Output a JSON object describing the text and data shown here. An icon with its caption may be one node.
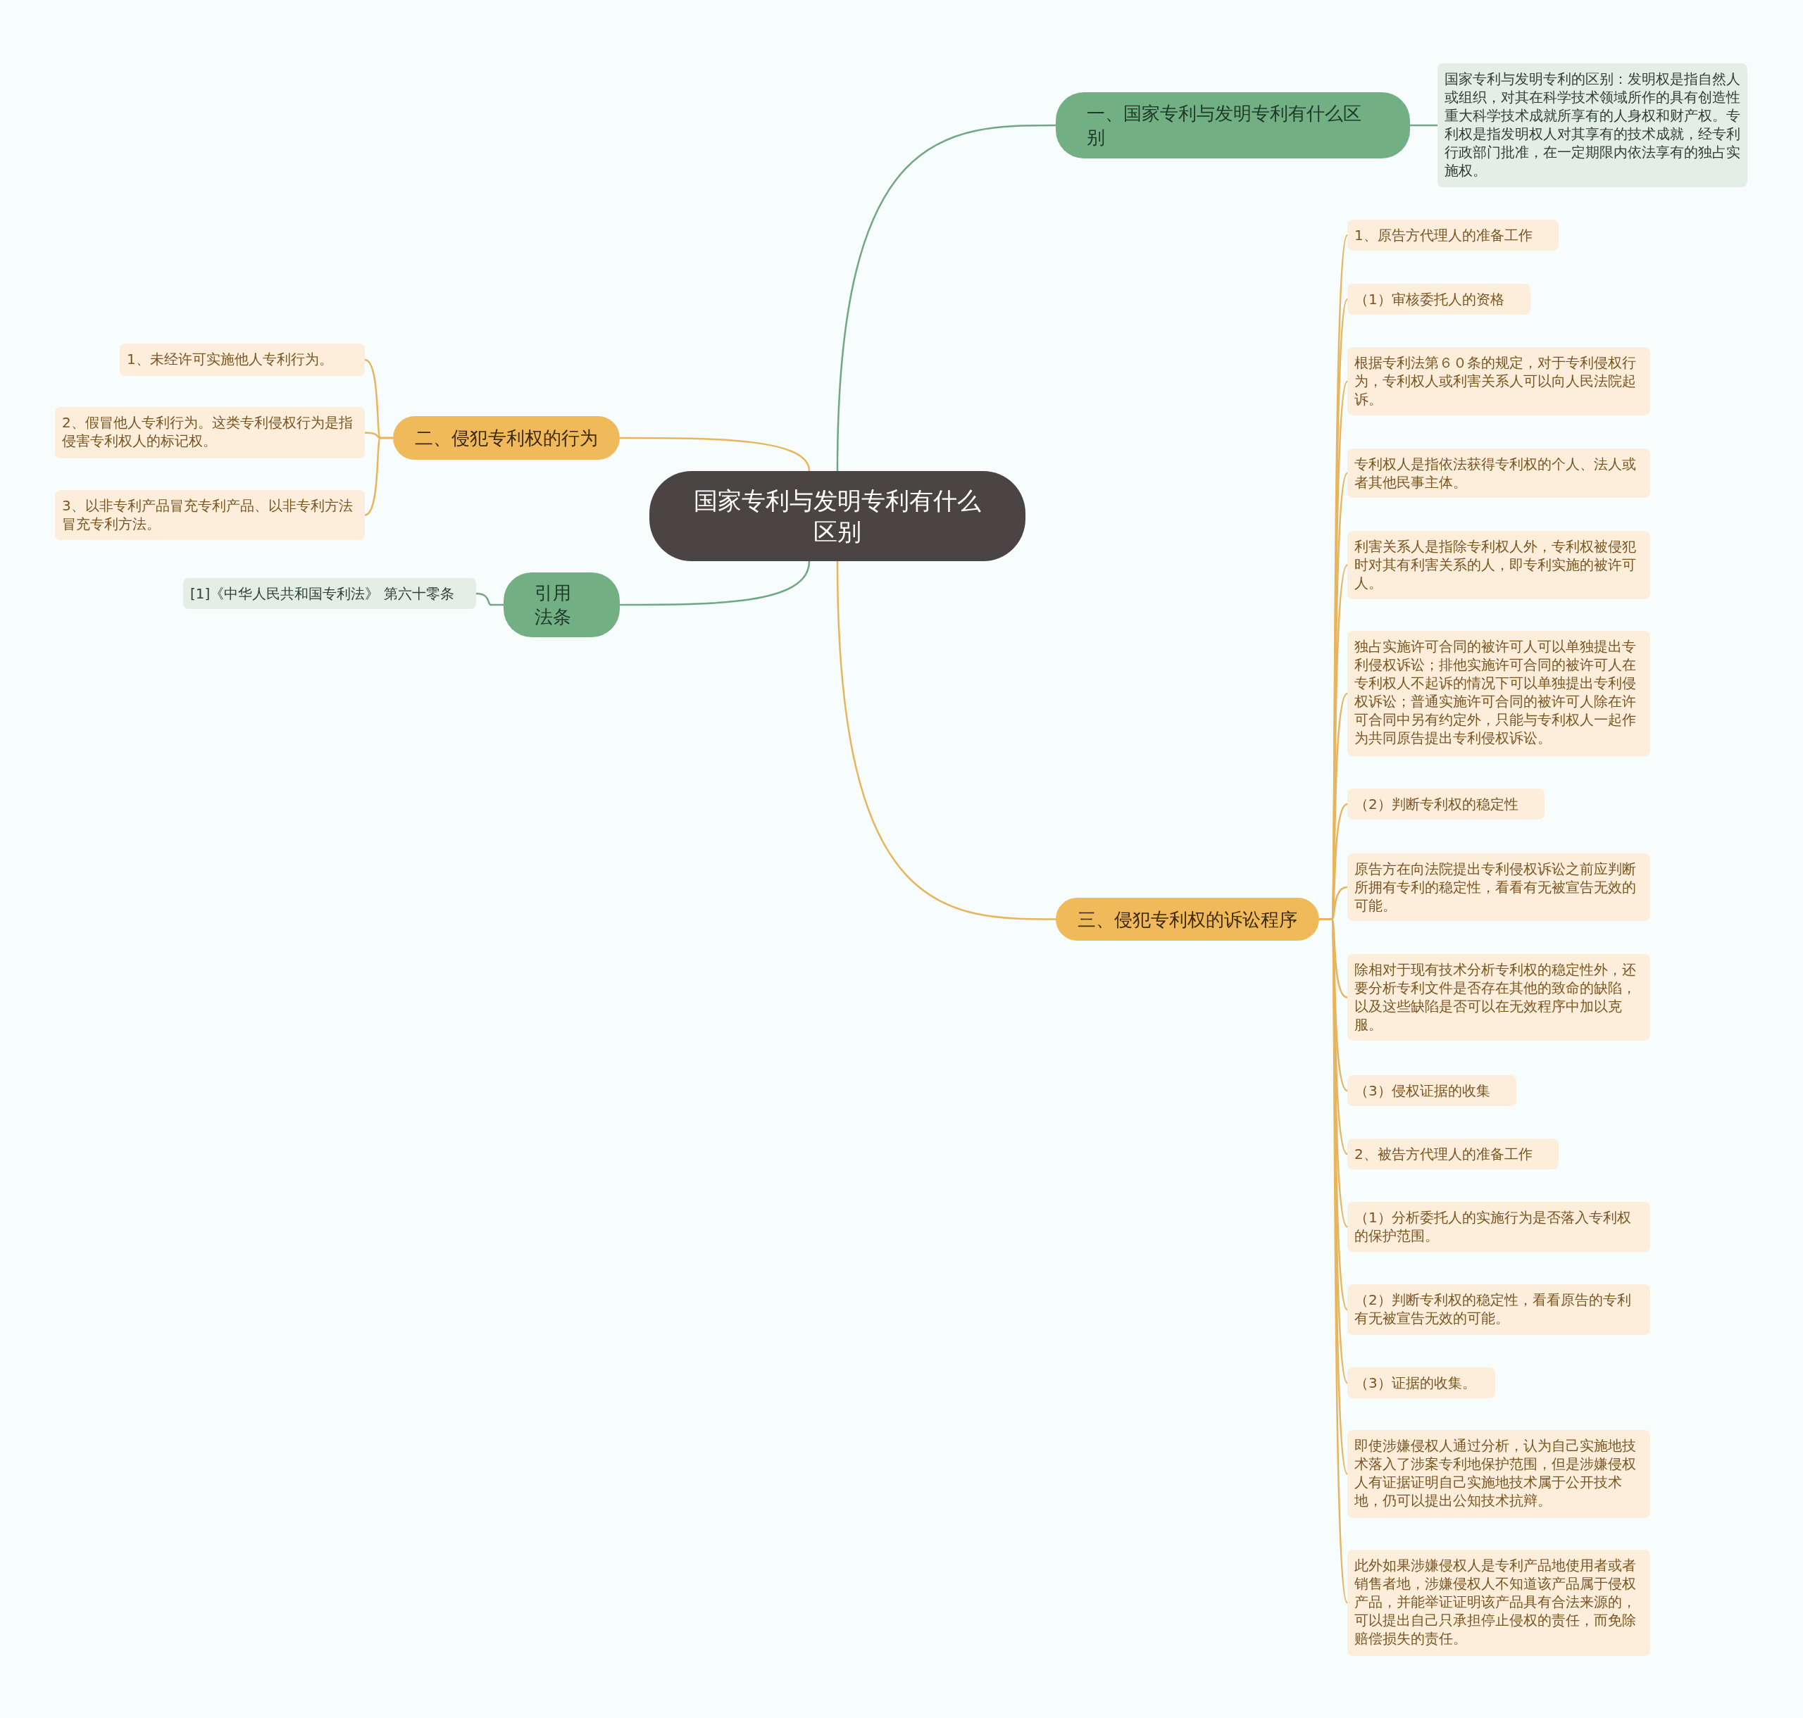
{
  "diagram": {
    "nodes": [
      {
        "text": [
          "国家专利与发明专利有什么区别"
        ]
      },
      {
        "text": [
          "一、国家专利与发明专利有什么区别"
        ]
      },
      {
        "text": [
          "国家专利与发明专利的区别：发明权是指自然人或组织，对其在科学技术领域所作的具有创造性重大科学技术成就所享有的人身权和财产权。专利权是指发明权人对其享有的技术成就，经专利行政部门批准，在一定期限内依法享有的独占实施权。"
        ]
      },
      {
        "text": [
          "二、侵犯专利权的行为"
        ]
      },
      {
        "text": [
          "1、未经许可实施他人专利行为。"
        ]
      },
      {
        "text": [
          "2、假冒他人专利行为。这类专利侵权行为是指侵害专利权人的标记权。"
        ]
      },
      {
        "text": [
          "3、以非专利产品冒充专利产品、以非专利方法冒充专利方法。"
        ]
      },
      {
        "text": [
          "引用法条"
        ]
      },
      {
        "text": [
          "[1]《中华人民共和国专利法》 第六十零条"
        ]
      },
      {
        "text": [
          "三、侵犯专利权的诉讼程序"
        ]
      },
      {
        "text": [
          "1、原告方代理人的准备工作"
        ]
      },
      {
        "text": [
          "（1）审核委托人的资格"
        ]
      },
      {
        "text": [
          "根据专利法第６０条的规定，对于专利侵权行为，专利权人或利害关系人可以向人民法院起诉。"
        ]
      },
      {
        "text": [
          "专利权人是指依法获得专利权的个人、法人或者其他民事主体。"
        ]
      },
      {
        "text": [
          "利害关系人是指除专利权人外，专利权被侵犯时对其有利害关系的人，即专利实施的被许可人。"
        ]
      },
      {
        "text": [
          "独占实施许可合同的被许可人可以单独提出专利侵权诉讼；排他实施许可合同的被许可人在专利权人不起诉的情况下可以单独提出专利侵权诉讼；普通实施许可合同的被许可人除在许可合同中另有约定外，只能与专利权人一起作为共同原告提出专利侵权诉讼。"
        ]
      },
      {
        "text": [
          "（2）判断专利权的稳定性"
        ]
      },
      {
        "text": [
          "原告方在向法院提出专利侵权诉讼之前应判断所拥有专利的稳定性，看看有无被宣告无效的可能。"
        ]
      },
      {
        "text": [
          "除相对于现有技术分析专利权的稳定性外，还要分析专利文件是否存在其他的致命的缺陷，以及这些缺陷是否可以在无效程序中加以克服。"
        ]
      },
      {
        "text": [
          "（3）侵权证据的收集"
        ]
      },
      {
        "text": [
          "2、被告方代理人的准备工作"
        ]
      },
      {
        "text": [
          "（1）分析委托人的实施行为是否落入专利权的保护范围。"
        ]
      },
      {
        "text": [
          "（2）判断专利权的稳定性，看看原告的专利有无被宣告无效的可能。"
        ]
      },
      {
        "text": [
          "（3）证据的收集。"
        ]
      },
      {
        "text": [
          "即使涉嫌侵权人通过分析，认为自己实施地技术落入了涉案专利地保护范围，但是涉嫌侵权人有证据证明自己实施地技术属于公开技术地，仍可以提出公知技术抗辩。"
        ]
      },
      {
        "text": [
          "此外如果涉嫌侵权人是专利产品地使用者或者销售者地，涉嫌侵权人不知道该产品属于侵权产品，并能举证证明该产品具有合法来源的，可以提出自己只承担停止侵权的责任，而免除赔偿损失的责任。"
        ]
      }
    ],
    "edges": [
      {
        "from": 0,
        "to": 1,
        "arrow": "none",
        "color": "#6fa882"
      },
      {
        "from": 1,
        "to": 2,
        "arrow": "none",
        "color": "#6fa882"
      },
      {
        "from": 0,
        "to": 3,
        "arrow": "none"
      },
      {
        "from": 3,
        "to": 4,
        "arrow": "none"
      },
      {
        "from": 3,
        "to": 5,
        "arrow": "none"
      },
      {
        "from": 3,
        "to": 6,
        "arrow": "none"
      },
      {
        "from": 0,
        "to": 7,
        "arrow": "none",
        "color": "#6fa882"
      },
      {
        "from": 7,
        "to": 8,
        "arrow": "none",
        "color": "#6fa882"
      },
      {
        "from": 0,
        "to": 9,
        "arrow": "none"
      },
      {
        "from": 9,
        "to": 10,
        "arrow": "none"
      },
      {
        "from": 9,
        "to": 11,
        "arrow": "none"
      },
      {
        "from": 9,
        "to": 12,
        "arrow": "none"
      },
      {
        "from": 9,
        "to": 13,
        "arrow": "none"
      },
      {
        "from": 9,
        "to": 14,
        "arrow": "none"
      },
      {
        "from": 9,
        "to": 15,
        "arrow": "none"
      },
      {
        "from": 9,
        "to": 16,
        "arrow": "none"
      },
      {
        "from": 9,
        "to": 17,
        "arrow": "none"
      },
      {
        "from": 9,
        "to": 18,
        "arrow": "none"
      },
      {
        "from": 9,
        "to": 19,
        "arrow": "none"
      },
      {
        "from": 9,
        "to": 20,
        "arrow": "none"
      },
      {
        "from": 9,
        "to": 21,
        "arrow": "none"
      },
      {
        "from": 9,
        "to": 22,
        "arrow": "none"
      },
      {
        "from": 9,
        "to": 23,
        "arrow": "none"
      },
      {
        "from": 9,
        "to": 24,
        "arrow": "none"
      },
      {
        "from": 9,
        "to": 25,
        "arrow": "none"
      }
    ]
  }
}
